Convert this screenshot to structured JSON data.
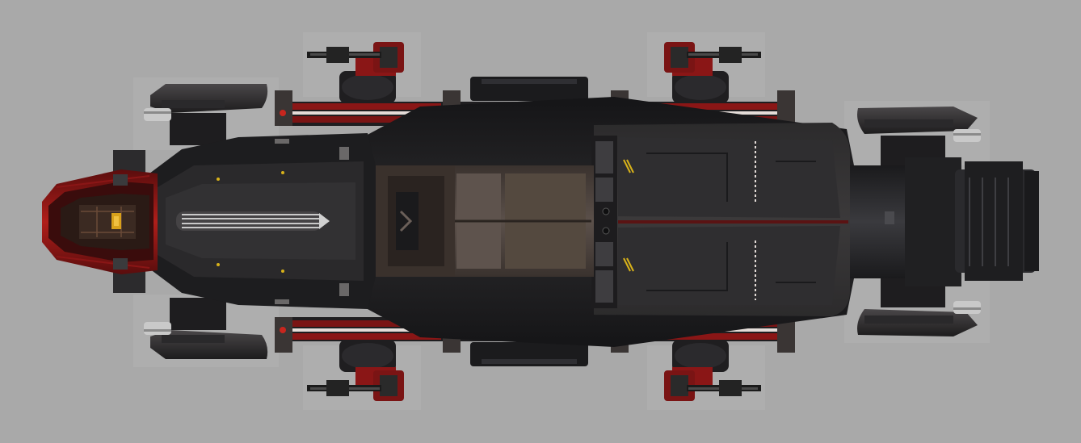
{
  "scene": {
    "subject": "spaceship-top-view-sprite",
    "colors": {
      "background": "#a9a9a9",
      "hull_dark": "#1c1c1e",
      "hull_mid": "#2e2d2f",
      "hull_light": "#4a4749",
      "plate_brown": "#4b423d",
      "accent_red": "#8a1616",
      "accent_red_bright": "#c8261e",
      "stripe_light": "#e4dcd8",
      "hazard_yellow": "#d8b21a",
      "metal_light": "#c9c9c9"
    },
    "parts": {
      "turrets": [
        "top-left",
        "top-right",
        "bottom-left",
        "bottom-right"
      ],
      "thruster_pods": [
        "front-top",
        "front-bottom",
        "rear-top",
        "rear-bottom"
      ],
      "engine": "rear-main-engine"
    }
  }
}
